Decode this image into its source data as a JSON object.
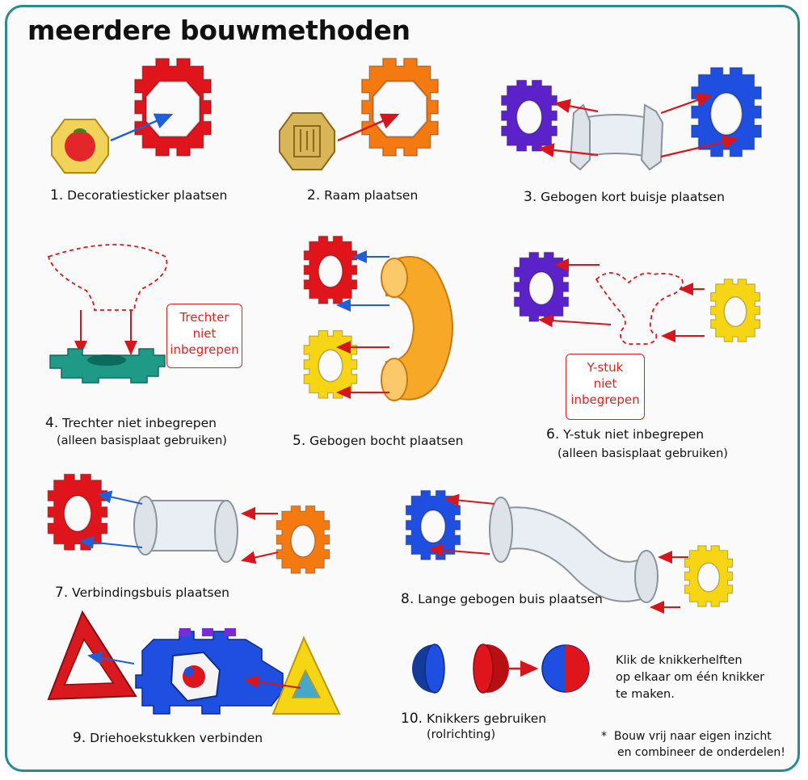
{
  "title": "meerdere bouwmethoden",
  "steps": [
    {
      "num": "1.",
      "label": "Decoratiesticker plaatsen"
    },
    {
      "num": "2.",
      "label": "Raam plaatsen"
    },
    {
      "num": "3.",
      "label": "Gebogen kort buisje plaatsen"
    },
    {
      "num": "4.",
      "label": "Trechter niet inbegrepen",
      "sub": "(alleen basisplaat gebruiken)"
    },
    {
      "num": "5.",
      "label": "Gebogen bocht plaatsen"
    },
    {
      "num": "6.",
      "label": "Y-stuk niet inbegrepen",
      "sub": "(alleen basisplaat gebruiken)"
    },
    {
      "num": "7.",
      "label": "Verbindingsbuis plaatsen"
    },
    {
      "num": "8.",
      "label": "Lange gebogen buis plaatsen"
    },
    {
      "num": "9.",
      "label": "Driehoekstukken verbinden"
    },
    {
      "num": "10.",
      "label": "Knikkers gebruiken",
      "sub": "(rolrichting)"
    }
  ],
  "notes": {
    "funnel": [
      "Trechter",
      "niet",
      "inbegrepen"
    ],
    "ystuk": [
      "Y-stuk",
      "niet",
      "inbegrepen"
    ]
  },
  "marble_tip": [
    "Klik de knikkerhelften",
    "op elkaar om één knikker",
    "te maken."
  ],
  "footnote": {
    "star": "*",
    "lines": [
      "Bouw vrij naar eigen inzicht",
      "en combineer de onderdelen!"
    ]
  },
  "colors": {
    "frame": "#2a8a8f",
    "red": "#e0141b",
    "orange": "#f47a10",
    "purple": "#5a22c8",
    "blue": "#1f4fe0",
    "yellow": "#f5d514",
    "teal": "#1f9a86",
    "arrow_red": "#d6161c",
    "arrow_blue": "#1f5fd8"
  }
}
